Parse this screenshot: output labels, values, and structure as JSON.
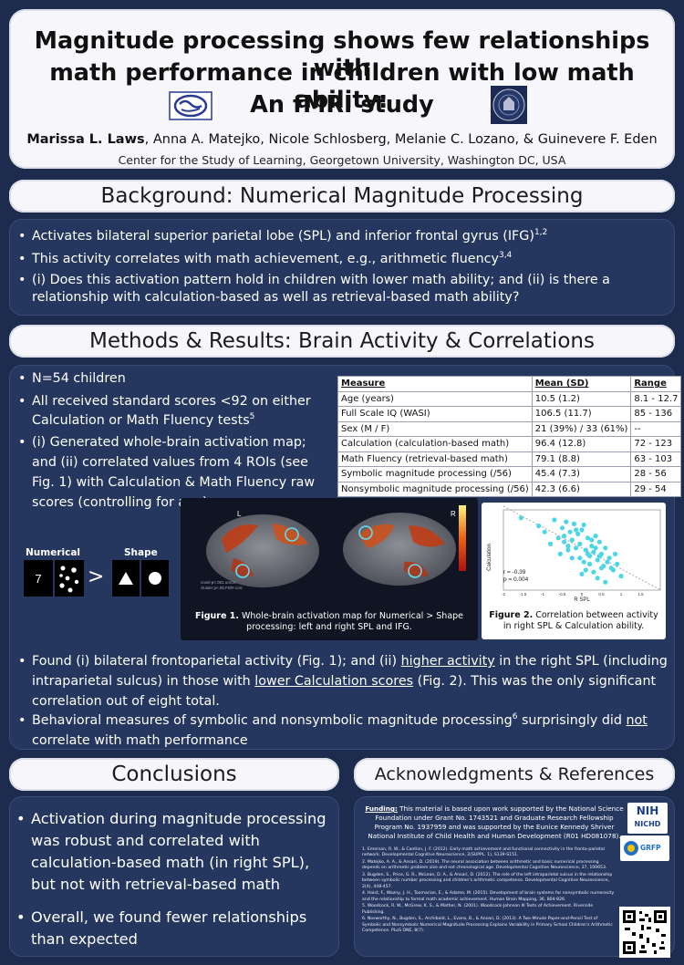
{
  "header": {
    "title_line1": "Magnitude processing shows few relationships with",
    "title_line2": "math performance in children with low math ability:",
    "title_line3": "An fMRI study",
    "first_author": "Marissa L. Laws",
    "other_authors": ", Anna A. Matejko, Nicole Schlosberg, Melanie C. Lozano, & Guinevere F. Eden",
    "affiliation": "Center for the Study of Learning, Georgetown University, Washington DC, USA"
  },
  "background": {
    "heading": "Background: Numerical Magnitude Processing",
    "b1": "Activates bilateral superior parietal lobe (SPL) and inferior frontal gyrus (IFG)",
    "b1_sup": "1,2",
    "b2": "This activity correlates with math achievement, e.g., arithmetic fluency",
    "b2_sup": "3,4",
    "b3": "(i) Does this activation pattern hold in children with lower math ability; and (ii) is there a relationship with calculation-based as well as retrieval-based math ability?"
  },
  "methods": {
    "heading": "Methods & Results: Brain Activity & Correlations",
    "b1": "N=54 children",
    "b2": "All received standard scores <92 on either Calculation or Math Fluency tests",
    "b2_sup": "5",
    "b3": "(i) Generated whole-brain activation map; and (ii) correlated values from 4 ROIs (see Fig. 1) with Calculation & Math Fluency raw scores (controlling for age)",
    "table": {
      "headers": [
        "Measure",
        "Mean (SD)",
        "Range"
      ],
      "rows": [
        [
          "Age (years)",
          "10.5 (1.2)",
          "8.1 - 12.7"
        ],
        [
          "Full Scale IQ (WASI)",
          "106.5 (11.7)",
          "85 - 136"
        ],
        [
          "Sex (M / F)",
          "21 (39%) / 33 (61%)",
          "--"
        ],
        [
          "Calculation (calculation-based math)",
          "96.4 (12.8)",
          "72 - 123"
        ],
        [
          "Math Fluency (retrieval-based math)",
          "79.1 (8.8)",
          "63 - 103"
        ],
        [
          "Symbolic magnitude processing (/56)",
          "45.4 (7.3)",
          "28 - 56"
        ],
        [
          "Nonsymbolic magnitude processing (/56)",
          "42.3 (6.6)",
          "29 - 54"
        ]
      ]
    },
    "task": {
      "numerical_label": "Numerical",
      "shape_label": "Shape",
      "digit": "7",
      "greater": ">"
    },
    "fig1": {
      "left_label": "L",
      "right_label": "R",
      "stats_note_1": "voxel p<.001 uncor.",
      "stats_note_2": "cluster p<.05 FDR-corr.",
      "caption_bold": "Figure 1.",
      "caption": "Whole-brain activation map for Numerical > Shape processing: left and right SPL and IFG."
    },
    "fig2": {
      "ylabel": "Calculation",
      "xlabel": "R SPL",
      "r_text": "r = -0.39",
      "p_text": "p = 0.004",
      "x_ticks": [
        "-2",
        "-1.5",
        "-1",
        "-0.5",
        "0",
        "0.5",
        "1",
        "1.5"
      ],
      "caption_bold": "Figure 2.",
      "caption": "Correlation between activity in right SPL & Calculation ability."
    },
    "r1_a": "Found (i) bilateral frontoparietal activity (Fig. 1); and (ii) ",
    "r1_u1": "higher activity",
    "r1_b": " in the right SPL (including intraparietal sulcus) in those with ",
    "r1_u2": "lower Calculation scores",
    "r1_c": " (Fig. 2). This was the only significant correlation out of eight total.",
    "r2_a": "Behavioral measures of symbolic and nonsymbolic magnitude processing",
    "r2_sup": "6",
    "r2_b": " surprisingly did ",
    "r2_u": "not",
    "r2_c": " correlate with math performance"
  },
  "conclusions": {
    "heading": "Conclusions",
    "b1": "Activation during magnitude processing was robust and correlated with calculation-based math (in right SPL), but not with retrieval-based math",
    "b2": "Overall, we found fewer relationships than expected"
  },
  "acknowledgments": {
    "heading": "Acknowledgments & References",
    "funding_label": "Funding:",
    "funding_text": " This material is based upon work supported by the National Science Foundation under Grant No. 1743521 and Graduate Research Fellowship Program No. 1937959 and was supported by the Eunice Kennedy Shriver National Institute of Child Health and Human Development (R01 HD081078).",
    "nih_label": "NIH",
    "nichd_label": "NICHD",
    "grfp_label": "GRFP",
    "references": [
      "1. Emerson, R. W., & Cantlon, J. F. (2012). Early math achievement and functional connectivity in the fronto-parietal network. Developmental Cognitive Neuroscience, 2(SUPPL. 1), S139-S151.",
      "2. Matejko, A. A., & Ansari, D. (2019). The neural association between arithmetic and basic numerical processing depends on arithmetic problem size and not chronological age. Developmental Cognitive Neuroscience, 37, 100653.",
      "3. Bugden, S., Price, G. R., McLean, D. A., & Ansari, D. (2012). The role of the left intraparietal sulcus in the relationship between symbolic number processing and children's arithmetic competence. Developmental Cognitive Neuroscience, 2(4), 448-457.",
      "4. Haist, F., Wazny, J. H., Toomarian, E., & Adamo, M. (2015). Development of brain systems for nonsymbolic numerosity and the relationship to formal math academic achievement. Human Brain Mapping, 36, 804-826.",
      "5. Woodcock, R. W., McGrew, K. S., & Mather, N. (2001). Woodcock-Johnson III Tests of Achievement. Riverside Publishing.",
      "6. Nosworthy, N., Bugden, S., Archibald, L., Evans, B., & Ansari, D. (2013). A Two-Minute Paper-and-Pencil Test of Symbolic and Nonsymbolic Numerical Magnitude Processing Explains Variability in Primary School Children's Arithmetic Competence. PLoS ONE, 8(7)."
    ]
  },
  "chart_data": {
    "type": "scatter",
    "xlabel": "R SPL",
    "ylabel": "Calculation",
    "xlim": [
      -2,
      2
    ],
    "annotations": [
      "r = -0.39",
      "p = 0.004"
    ],
    "x": [
      -1.55,
      -1.1,
      -0.95,
      -0.7,
      -0.6,
      -0.5,
      -0.45,
      -0.4,
      -0.35,
      -0.3,
      -0.25,
      -0.2,
      -0.15,
      -0.1,
      -0.05,
      0.0,
      0.05,
      0.1,
      0.15,
      0.2,
      0.25,
      0.3,
      0.35,
      0.4,
      0.45,
      0.5,
      0.55,
      0.6,
      0.65,
      0.7,
      0.8,
      0.9,
      1.0,
      -0.8,
      -0.55,
      -0.25,
      0.05,
      0.3,
      0.5,
      -0.35,
      0.15,
      0.4,
      -0.15,
      0.25,
      0.6,
      0.1,
      -0.05,
      0.35,
      0.75,
      0.2,
      -0.45,
      0.45,
      0.0,
      0.85
    ],
    "y": [
      1.6,
      1.2,
      0.9,
      1.5,
      0.6,
      1.1,
      0.4,
      1.4,
      0.2,
      0.9,
      0.5,
      1.3,
      0.1,
      0.8,
      0.3,
      1.0,
      1.25,
      0.0,
      0.6,
      -0.3,
      0.2,
      -0.1,
      0.7,
      -0.5,
      0.4,
      -0.2,
      -0.8,
      0.1,
      -0.6,
      -0.4,
      -1.0,
      -0.7,
      -1.3,
      0.3,
      -0.2,
      -0.4,
      -0.6,
      -1.1,
      -0.9,
      0.0,
      -0.2,
      -1.4,
      1.0,
      0.5,
      -1.6,
      -1.0,
      -0.4,
      0.1,
      -0.9,
      -0.7,
      0.7,
      -0.3,
      -1.2,
      -0.2
    ]
  },
  "colors": {
    "page_bg": "#1d2c4e",
    "panel_bg": "#25365f",
    "heading_bg": "#f7f7fb",
    "scatter_point": "#4dd6e6"
  }
}
